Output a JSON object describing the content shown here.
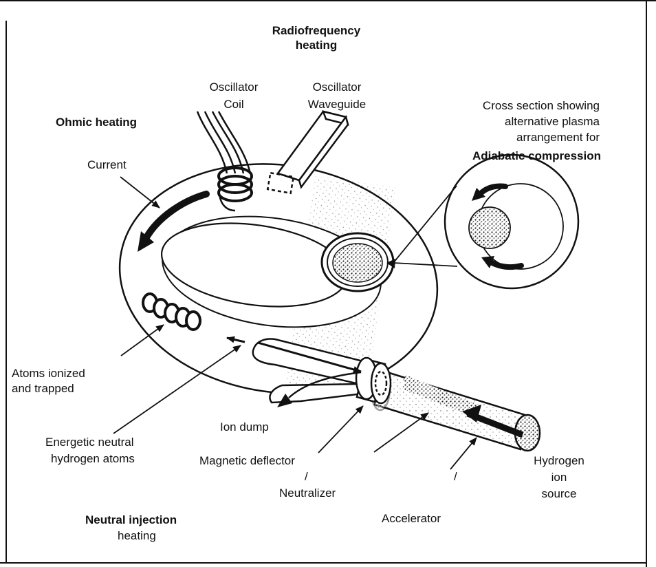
{
  "labels": {
    "rf_heading_1": "Radiofrequency",
    "rf_heading_2": "heating",
    "osc_coil_1": "Oscillator",
    "osc_coil_2": "Coil",
    "osc_wave_1": "Oscillator",
    "osc_wave_2": "Waveguide",
    "cross_1": "Cross section showing",
    "cross_2": "alternative plasma",
    "cross_3": "arrangement for",
    "adiabatic": "Adiabatic compression",
    "ohmic": "Ohmic heating",
    "current": "Current",
    "atoms_1": "Atoms ionized",
    "atoms_2": "and trapped",
    "energetic_1": "Energetic neutral",
    "energetic_2": "hydrogen  atoms",
    "ion_dump": "Ion dump",
    "magnetic": "Magnetic  deflector",
    "slash_1": "/",
    "neutralizer": "Neutralizer",
    "slash_2": "/",
    "accelerator": "Accelerator",
    "hyd_1": "Hydrogen",
    "hyd_2": "ion",
    "hyd_3": "source",
    "neutral_inj": "Neutral  injection",
    "heating_2": "heating"
  }
}
